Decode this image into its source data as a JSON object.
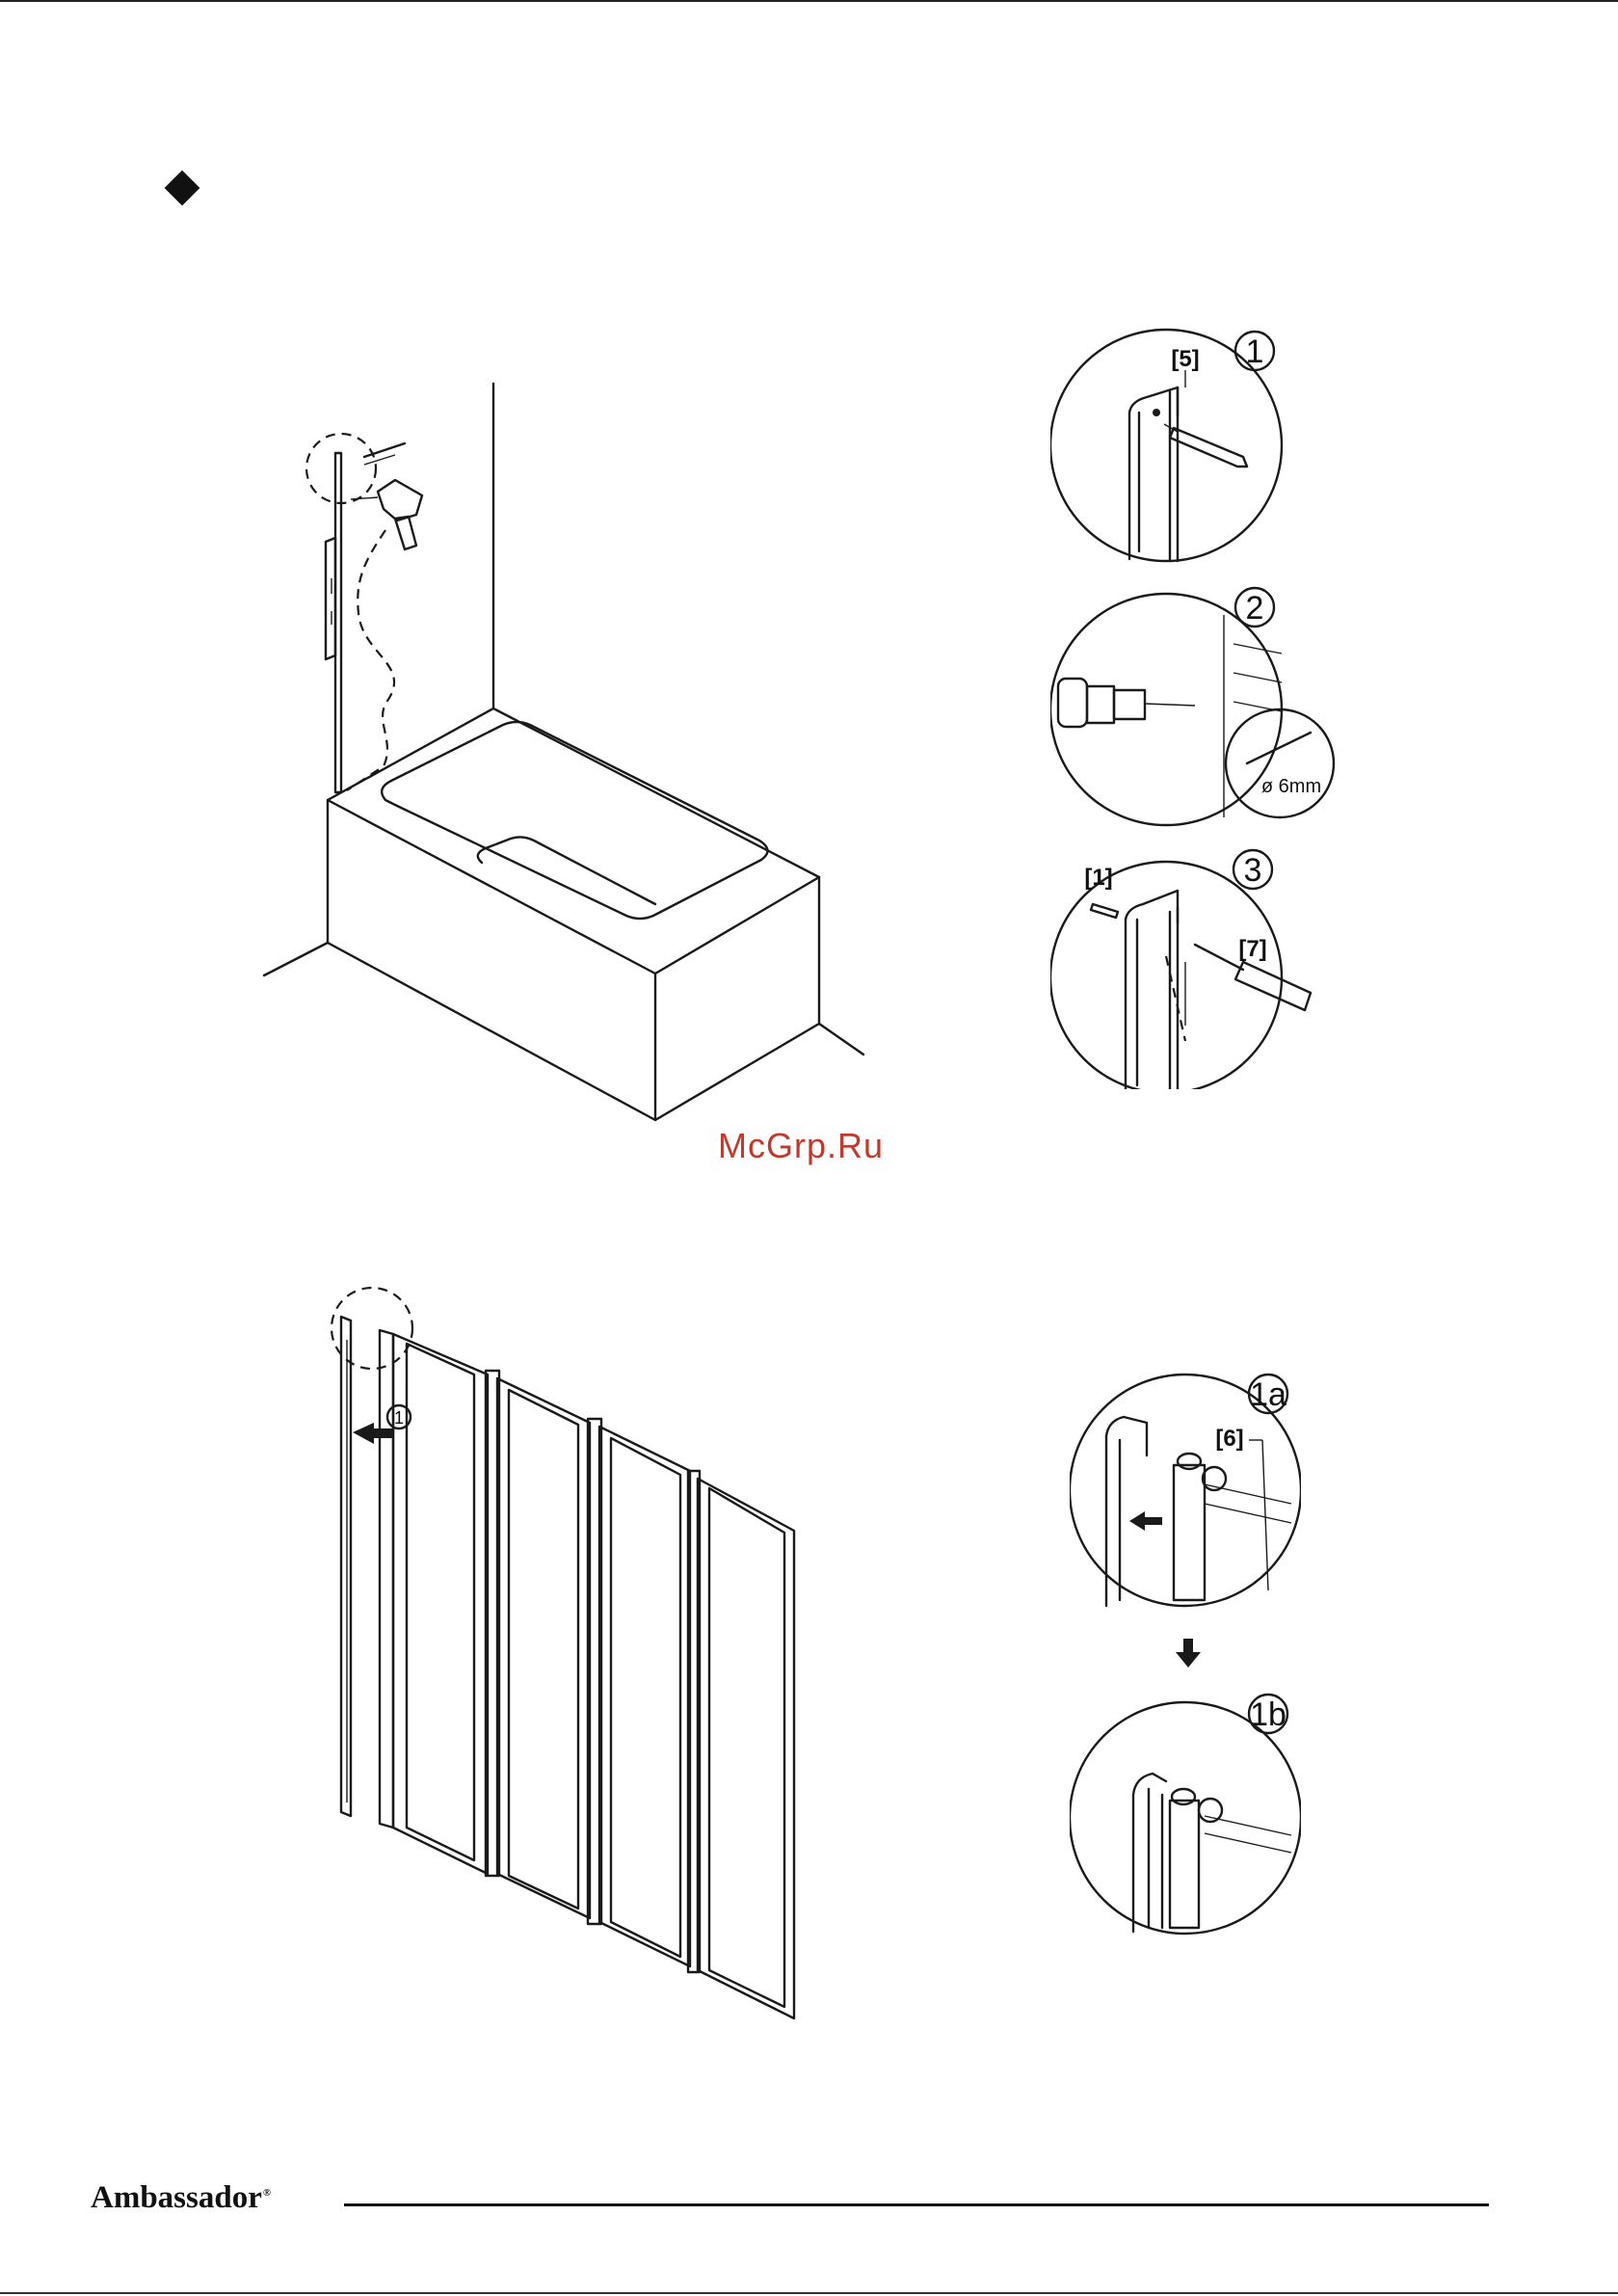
{
  "page": {
    "brand": "Ambassador",
    "brand_mark": "®",
    "watermark": "McGrp.Ru"
  },
  "step1": {
    "detail_1": {
      "number": "1",
      "part_label": "[5]"
    },
    "detail_2": {
      "number": "2",
      "drill_size": "ø 6mm"
    },
    "detail_3": {
      "number": "3",
      "part_label_a": "[1]",
      "part_label_b": "[7]"
    }
  },
  "step2": {
    "callout": "1",
    "detail_1a": {
      "number": "1a",
      "part_label": "[6]"
    },
    "detail_1b": {
      "number": "1b"
    }
  },
  "icons": {
    "section_bullet": "diamond-bullet-icon",
    "down_arrow": "arrow-down-icon",
    "drill": "drill-icon",
    "pencil": "pencil-icon",
    "screwdriver": "screwdriver-icon"
  }
}
